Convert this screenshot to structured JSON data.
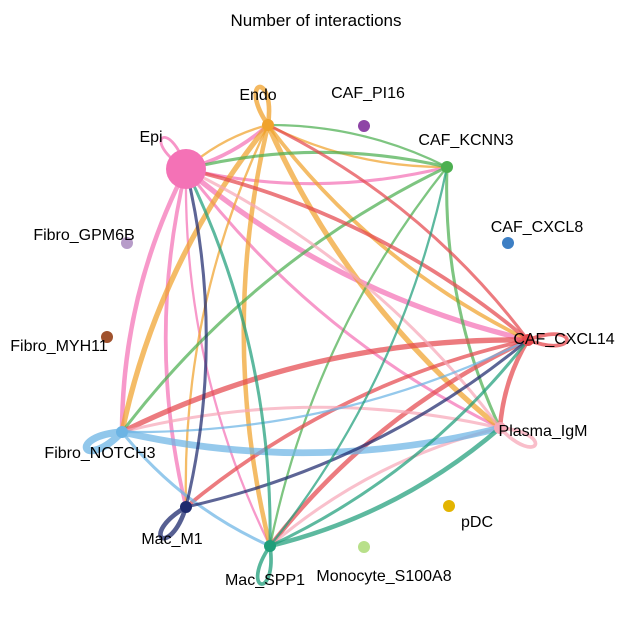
{
  "title": "Number of interactions",
  "colors": {
    "Endo": "#f0a22c",
    "CAF_PI16": "#8e44a6",
    "CAF_KCNN3": "#4caf50",
    "CAF_CXCL8": "#3d7fc4",
    "CAF_CXCL14": "#e5484d",
    "Epi": "#f472b6",
    "Fibro_GPM6B": "#b79cc9",
    "Fibro_MYH11": "#a0522d",
    "Fibro_NOTCH3": "#6cb4e4",
    "Mac_M1": "#1e2a6e",
    "Mac_SPP1": "#1f9e7a",
    "Monocyte_S100A8": "#b8e08a",
    "pDC": "#e3b400",
    "Plasma_IgM": "#f7a8b8"
  },
  "nodes": [
    {
      "id": "Endo",
      "label": "Endo",
      "size": 5
    },
    {
      "id": "CAF_PI16",
      "label": "CAF_PI16",
      "size": 5
    },
    {
      "id": "CAF_KCNN3",
      "label": "CAF_KCNN3",
      "size": 5
    },
    {
      "id": "CAF_CXCL8",
      "label": "CAF_CXCL8",
      "size": 5
    },
    {
      "id": "CAF_CXCL14",
      "label": "CAF_CXCL14",
      "size": 5
    },
    {
      "id": "Plasma_IgM",
      "label": "Plasma_IgM",
      "size": 5
    },
    {
      "id": "pDC",
      "label": "pDC",
      "size": 5
    },
    {
      "id": "Monocyte_S100A8",
      "label": "Monocyte_S100A8",
      "size": 5
    },
    {
      "id": "Mac_SPP1",
      "label": "Mac_SPP1",
      "size": 5
    },
    {
      "id": "Mac_M1",
      "label": "Mac_M1",
      "size": 5
    },
    {
      "id": "Fibro_NOTCH3",
      "label": "Fibro_NOTCH3",
      "size": 5
    },
    {
      "id": "Fibro_MYH11",
      "label": "Fibro_MYH11",
      "size": 5
    },
    {
      "id": "Fibro_GPM6B",
      "label": "Fibro_GPM6B",
      "size": 5
    },
    {
      "id": "Epi",
      "label": "Epi",
      "size": 18
    }
  ],
  "edges": [
    {
      "from": "Epi",
      "to": "Endo",
      "weight": 4
    },
    {
      "from": "Epi",
      "to": "CAF_KCNN3",
      "weight": 3
    },
    {
      "from": "Epi",
      "to": "CAF_CXCL14",
      "weight": 6
    },
    {
      "from": "Epi",
      "to": "Plasma_IgM",
      "weight": 3
    },
    {
      "from": "Epi",
      "to": "Mac_SPP1",
      "weight": 2
    },
    {
      "from": "Epi",
      "to": "Mac_M1",
      "weight": 4
    },
    {
      "from": "Epi",
      "to": "Fibro_NOTCH3",
      "weight": 5
    },
    {
      "from": "Endo",
      "to": "Epi",
      "weight": 2
    },
    {
      "from": "Endo",
      "to": "CAF_KCNN3",
      "weight": 2
    },
    {
      "from": "Endo",
      "to": "CAF_CXCL14",
      "weight": 4
    },
    {
      "from": "Endo",
      "to": "Plasma_IgM",
      "weight": 6
    },
    {
      "from": "Endo",
      "to": "Mac_SPP1",
      "weight": 5
    },
    {
      "from": "Endo",
      "to": "Fibro_NOTCH3",
      "weight": 6
    },
    {
      "from": "Endo",
      "to": "Mac_M1",
      "weight": 2
    },
    {
      "from": "CAF_KCNN3",
      "to": "Epi",
      "weight": 3
    },
    {
      "from": "CAF_KCNN3",
      "to": "Endo",
      "weight": 2
    },
    {
      "from": "CAF_KCNN3",
      "to": "Plasma_IgM",
      "weight": 3
    },
    {
      "from": "CAF_KCNN3",
      "to": "Mac_SPP1",
      "weight": 2
    },
    {
      "from": "CAF_KCNN3",
      "to": "Fibro_NOTCH3",
      "weight": 3
    },
    {
      "from": "CAF_CXCL14",
      "to": "Epi",
      "weight": 4
    },
    {
      "from": "CAF_CXCL14",
      "to": "Endo",
      "weight": 3
    },
    {
      "from": "CAF_CXCL14",
      "to": "Fibro_NOTCH3",
      "weight": 6
    },
    {
      "from": "CAF_CXCL14",
      "to": "Mac_M1",
      "weight": 4
    },
    {
      "from": "CAF_CXCL14",
      "to": "Mac_SPP1",
      "weight": 5
    },
    {
      "from": "CAF_CXCL14",
      "to": "Plasma_IgM",
      "weight": 5
    },
    {
      "from": "Plasma_IgM",
      "to": "Epi",
      "weight": 3
    },
    {
      "from": "Plasma_IgM",
      "to": "Fibro_NOTCH3",
      "weight": 3
    },
    {
      "from": "Plasma_IgM",
      "to": "Mac_SPP1",
      "weight": 3
    },
    {
      "from": "Fibro_NOTCH3",
      "to": "CAF_CXCL14",
      "weight": 2
    },
    {
      "from": "Fibro_NOTCH3",
      "to": "Plasma_IgM",
      "weight": 8
    },
    {
      "from": "Fibro_NOTCH3",
      "to": "Mac_SPP1",
      "weight": 3
    },
    {
      "from": "Mac_M1",
      "to": "CAF_CXCL14",
      "weight": 3
    },
    {
      "from": "Mac_M1",
      "to": "Epi",
      "weight": 3
    },
    {
      "from": "Mac_SPP1",
      "to": "CAF_CXCL14",
      "weight": 3
    },
    {
      "from": "Mac_SPP1",
      "to": "Plasma_IgM",
      "weight": 5
    },
    {
      "from": "Mac_SPP1",
      "to": "Epi",
      "weight": 3
    },
    {
      "from": "Mac_SPP1",
      "to": "CAF_KCNN3",
      "weight": 2
    }
  ],
  "self_loops": [
    {
      "node": "Endo",
      "weight": 4
    },
    {
      "node": "Epi",
      "weight": 2
    },
    {
      "node": "CAF_CXCL14",
      "weight": 3
    },
    {
      "node": "Plasma_IgM",
      "weight": 3
    },
    {
      "node": "Fibro_NOTCH3",
      "weight": 7
    },
    {
      "node": "Mac_M1",
      "weight": 4
    },
    {
      "node": "Mac_SPP1",
      "weight": 3
    }
  ]
}
